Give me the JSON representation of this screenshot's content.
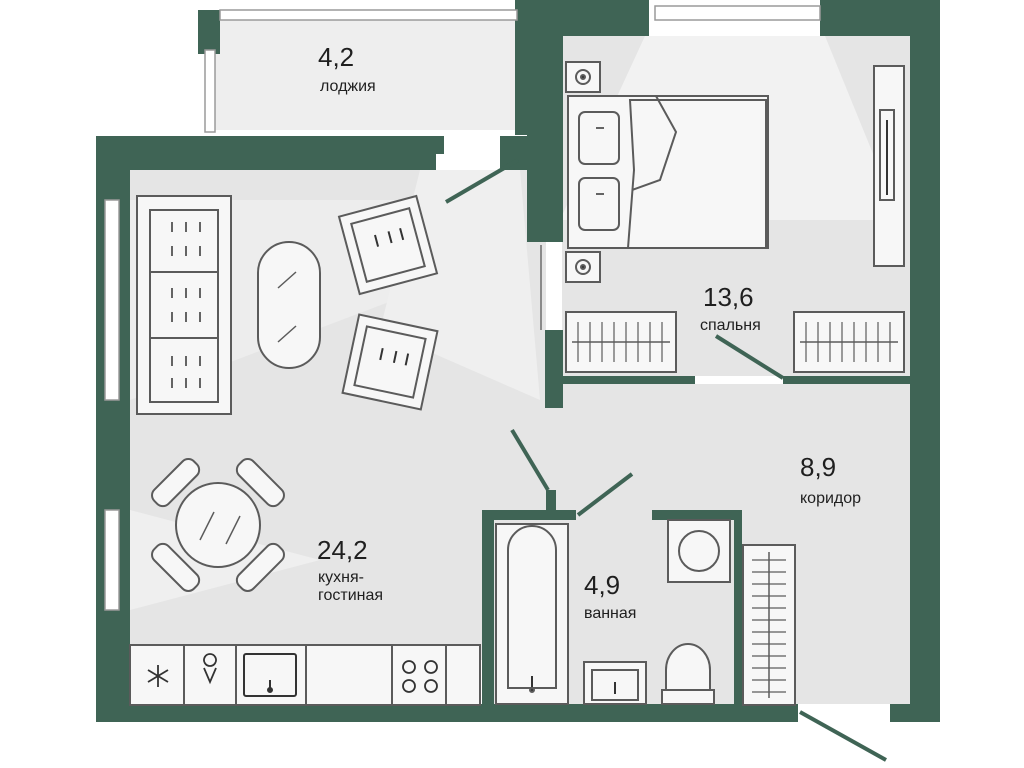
{
  "colors": {
    "wall": "#3f6455",
    "floor": "#e5e5e5",
    "background": "#ffffff",
    "furniture_line": "#5b5b5b",
    "text": "#1f1f1f"
  },
  "rooms": {
    "loggia": {
      "area": "4,2",
      "name": "лоджия"
    },
    "bedroom": {
      "area": "13,6",
      "name": "спальня"
    },
    "corridor": {
      "area": "8,9",
      "name": "коридор"
    },
    "kitchen": {
      "area": "24,2",
      "name_line1": "кухня-",
      "name_line2": "гостиная"
    },
    "bathroom": {
      "area": "4,9",
      "name": "ванная"
    }
  },
  "icons": [
    "snowflake-icon",
    "location-pin-icon",
    "sink-icon",
    "stove-icon",
    "washing-machine-icon",
    "toilet-icon",
    "bathtub-icon",
    "bed-icon",
    "sofa-icon",
    "armchair-icon",
    "dining-table-icon",
    "wardrobe-icon"
  ]
}
